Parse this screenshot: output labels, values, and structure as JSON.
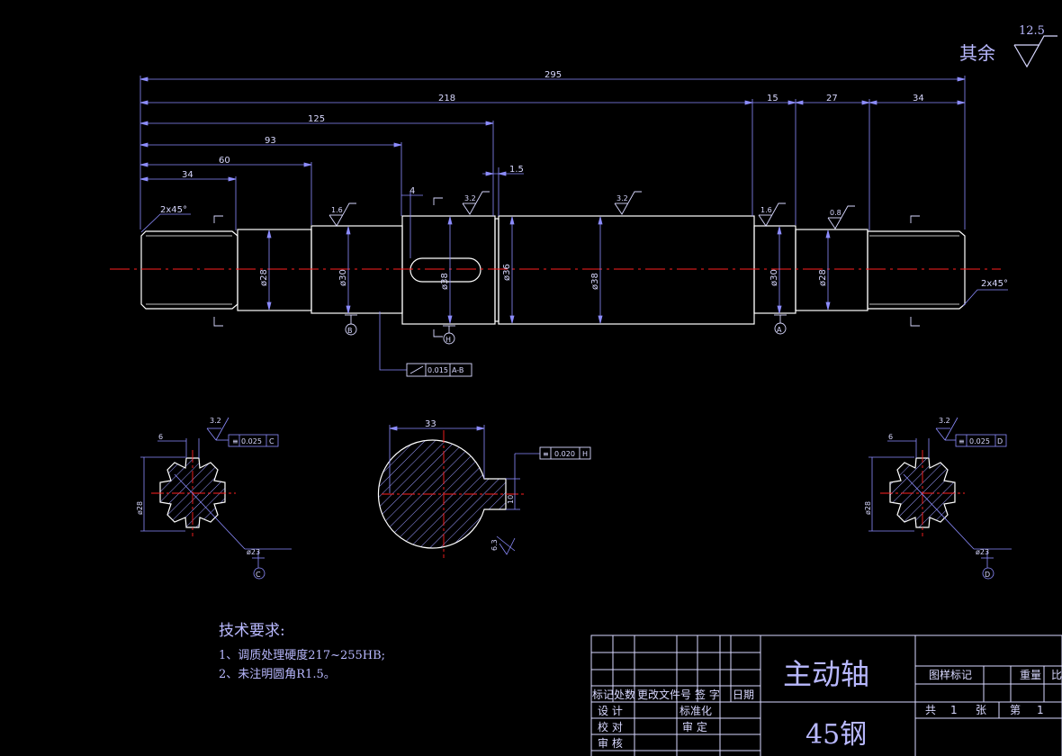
{
  "roughness": {
    "rest_label": "其余",
    "value": "12.5"
  },
  "dims": {
    "overall": "295",
    "d218": "218",
    "d125": "125",
    "d93": "93",
    "d60": "60",
    "d34": "34",
    "d15": "15",
    "d27": "27",
    "d34r": "34",
    "d4": "4",
    "d1_5": "1.5",
    "chamfer_left": "2x45°",
    "chamfer_right": "2x45°",
    "dia1": "ø28",
    "dia2": "ø30",
    "dia3": "ø38",
    "dia4": "ø36",
    "dia5": "ø38",
    "dia6": "ø30",
    "dia7": "ø28"
  },
  "rough": {
    "r1": "1.6",
    "r2": "3.2",
    "r3": "3.2",
    "r4": "1.6",
    "r5": "0.8",
    "r6": "3.2",
    "r7": "3.2"
  },
  "datums": {
    "a": "A",
    "b": "B",
    "h": "H",
    "c": "C",
    "d": "D"
  },
  "tolerances": {
    "runout": "0.015",
    "runout_ref": "A-B",
    "sym_c": "0.025",
    "sym_c_ref": "C",
    "sym_h": "0.020",
    "sym_h_ref": "H",
    "sym_d": "0.025",
    "sym_d_ref": "D"
  },
  "sections": {
    "left_width": "6",
    "left_dia": "ø28",
    "left_small": "ø23",
    "mid_width": "33",
    "mid_depth": "10",
    "mid_rough": "6.3",
    "right_width": "6",
    "right_dia": "ø28",
    "right_small": "ø23"
  },
  "tech_req": {
    "title": "技术要求:",
    "line1": "1、调质处理硬度217~255HB;",
    "line2": "2、未注明圆角R1.5。"
  },
  "title_block": {
    "part_name": "主动轴",
    "material": "45钢",
    "h_mark": "标记",
    "h_count": "处数",
    "h_doc": "更改文件号",
    "h_sign": "签 字",
    "h_date": "日期",
    "design": "设 计",
    "check": "校 对",
    "review": "审 核",
    "standard": "标准化",
    "approve": "审 定",
    "drawing_mark": "图样标记",
    "weight": "重量",
    "scale": "比例",
    "total": "共",
    "total_n": "1",
    "sheet_unit": "张",
    "sheet": "第",
    "sheet_n": "1"
  },
  "colors": {
    "line": "#ffffff",
    "dimension": "#8c8cff",
    "center": "#ff2020",
    "hatch": "#9a9aff",
    "text": "#b9b9ff"
  }
}
